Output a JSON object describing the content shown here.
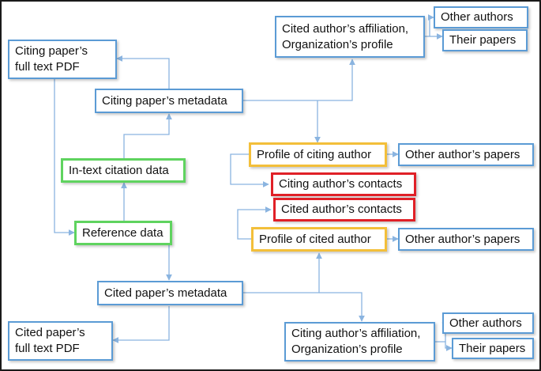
{
  "colors": {
    "blue_border": "#5b9bd5",
    "green_border": "#5fd35f",
    "orange_border": "#f3bf3a",
    "red_border": "#e02027",
    "arrow": "#8ab4e0"
  },
  "nodes": {
    "citing_pdf": {
      "line1": "Citing paper’s",
      "line2": "full text PDF"
    },
    "citing_metadata": {
      "label": "Citing paper’s metadata"
    },
    "cited_affiliation": {
      "line1": "Cited author’s affiliation,",
      "line2": "Organization’s profile"
    },
    "other_authors_top": {
      "label": "Other authors"
    },
    "their_papers_top": {
      "label": "Their papers"
    },
    "in_text_citation": {
      "label": "In-text citation data"
    },
    "reference_data": {
      "label": "Reference data"
    },
    "profile_citing_author": {
      "label": "Profile of citing author"
    },
    "other_author_papers_1": {
      "label": "Other author’s papers"
    },
    "citing_author_contacts": {
      "label": "Citing author’s contacts"
    },
    "cited_author_contacts": {
      "label": "Cited author’s contacts"
    },
    "profile_cited_author": {
      "label": "Profile of cited author"
    },
    "other_author_papers_2": {
      "label": "Other author’s papers"
    },
    "cited_metadata": {
      "label": "Cited paper’s metadata"
    },
    "cited_pdf": {
      "line1": "Cited paper’s",
      "line2": "full text PDF"
    },
    "citing_affiliation": {
      "line1": "Citing author’s affiliation,",
      "line2": "Organization’s profile"
    },
    "other_authors_bottom": {
      "label": "Other authors"
    },
    "their_papers_bottom": {
      "label": "Their papers"
    }
  }
}
